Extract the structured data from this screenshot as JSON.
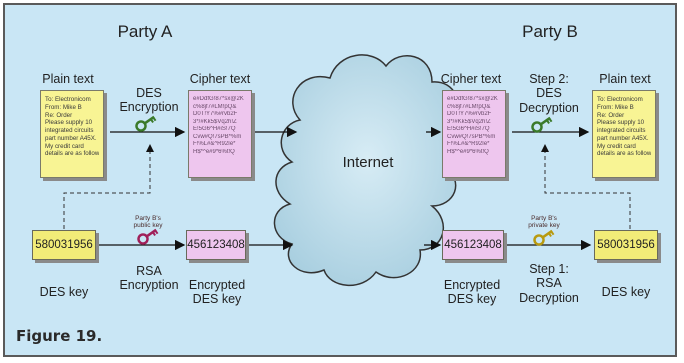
{
  "party_a": "Party A",
  "party_b": "Party B",
  "left": {
    "plain_text_header": "Plain text",
    "cipher_text_header": "Cipher text",
    "des_encryption": [
      "DES",
      "Encryption"
    ],
    "rsa_encryption": [
      "RSA",
      "Encryption"
    ],
    "public_key_note": [
      "Party B's",
      "public key"
    ],
    "des_key_value": "580031956",
    "des_key_label": "DES key",
    "encrypted_key_value": "456123408",
    "encrypted_key_label": [
      "Encrypted",
      "DES key"
    ]
  },
  "right": {
    "cipher_text_header": "Cipher text",
    "plain_text_header": "Plain text",
    "step2": [
      "Step 2:",
      "DES",
      "Decryption"
    ],
    "step1": [
      "Step 1:",
      "RSA",
      "Decryption"
    ],
    "private_key_note": [
      "Party B's",
      "private key"
    ],
    "encrypted_key_value": "456123408",
    "encrypted_key_label": [
      "Encrypted",
      "DES key"
    ],
    "des_key_value": "580031956",
    "des_key_label": "DES key"
  },
  "internet_label": "Internet",
  "plain_message": [
    "To: Electronicom",
    "From: Mike B",
    "Re: Order",
    "Please supply 10",
    "integrated circuits",
    "part number A45X.",
    "My credit card",
    "details are as follows:"
  ],
  "cipher_lines": [
    "e#DdfG!87*sx@2K",
    "c%8jf7#LM!pQ&",
    "D0T!Y7%#rvb2F",
    "3*/#Kk5$Vq2h!Z",
    "E!5G6^H#iS!7Q",
    "Cvw#Q!7sPB*%m",
    "F!%L#&^R92Ie*",
    "H$*^e#9*6%t!Q"
  ],
  "caption": "Figure 19.",
  "colors": {
    "background": "#c9e6f5",
    "plain_doc": "#f8f494",
    "cipher_doc": "#eec6ee",
    "key_box": "#f2ec78",
    "cloud": "#b7d8e6"
  }
}
